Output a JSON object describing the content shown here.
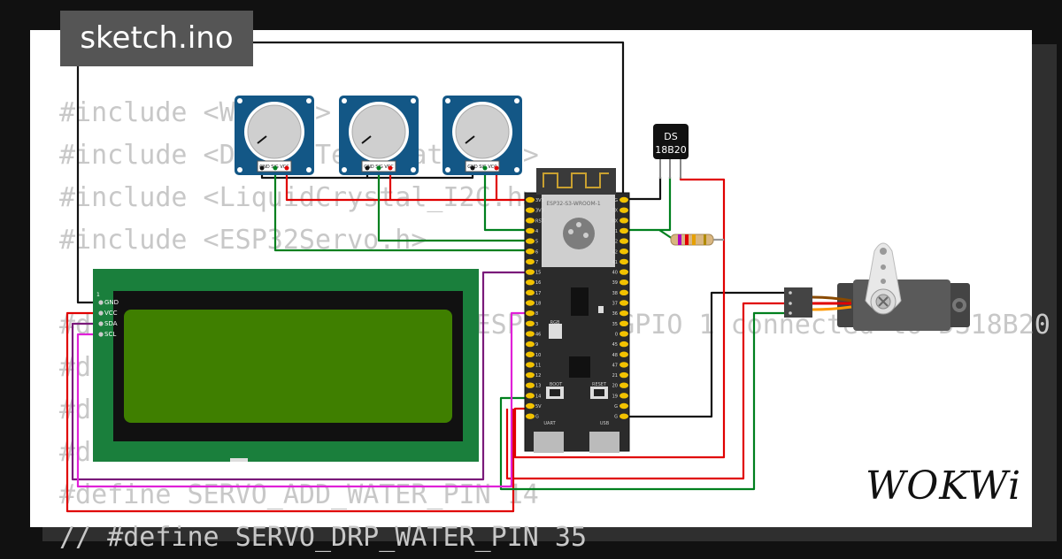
{
  "title": "sketch.ino",
  "brand": "WOKWi",
  "code_lines": [
    "#include <Wire.h>",
    "#include <DallasTemperature.h>",
    "#include <LiquidCrystal_I2C.h>",
    "#include <ESP32Servo.h>",
    "",
    "#define ONE_WIRE_BUS 1 // ESP32-S3 GPIO 1 connected to DS18B20",
    "#define",
    "#define",
    "#define",
    "#define SERVO_ADD_WATER_PIN 14",
    "// #define SERVO_DRP_WATER_PIN 35"
  ],
  "sensor": {
    "line1": "DS",
    "line2": "18B20"
  },
  "potentiometer_pins": [
    "GND",
    "SIG",
    "VCC"
  ],
  "lcd": {
    "first_pin": "1",
    "pins": [
      "GND",
      "VCC",
      "SDA",
      "SCL"
    ]
  },
  "board": {
    "label": "ESP32-S3-WROOM-1",
    "left_pins": [
      "3V3",
      "3V3",
      "RST",
      "4",
      "5",
      "6",
      "7",
      "15",
      "16",
      "17",
      "18",
      "8",
      "3",
      "46",
      "9",
      "10",
      "11",
      "12",
      "13",
      "14",
      "5V",
      "G"
    ],
    "right_pins": [
      "G",
      "TX",
      "RX",
      "1",
      "2",
      "42",
      "41",
      "40",
      "39",
      "38",
      "37",
      "36",
      "35",
      "0",
      "45",
      "48",
      "47",
      "21",
      "20",
      "19",
      "G",
      "G"
    ],
    "rgb_label": "RGB",
    "boot_label": "BOOT",
    "reset_label": "RESET",
    "uart_label": "UART",
    "usb_label": "USB"
  },
  "colors": {
    "wire_black": "#111111",
    "wire_red": "#e00000",
    "wire_green": "#00801e",
    "wire_purple": "#7a1a7a",
    "wire_magenta": "#e020d8",
    "pot_blue": "#135786",
    "lcd_green": "#1a7f3c",
    "lcd_screen": "#3f7f00"
  }
}
